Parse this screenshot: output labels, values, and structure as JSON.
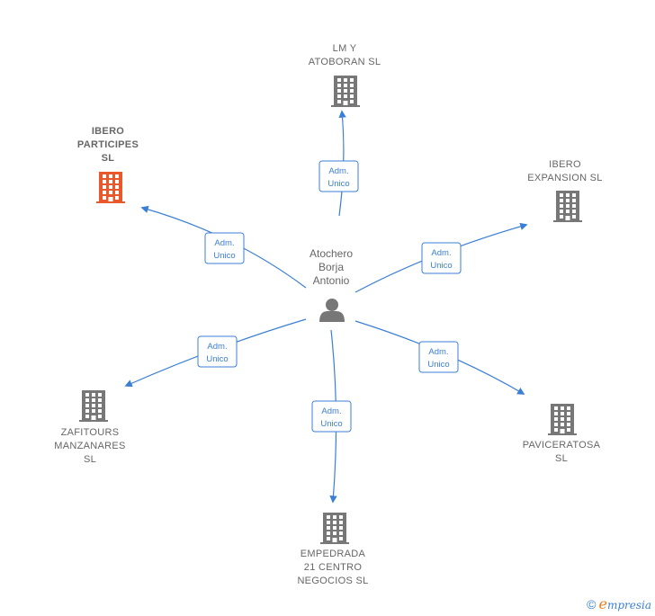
{
  "center": {
    "label_lines": [
      "Atochero",
      "Borja",
      "Antonio"
    ],
    "icon": "person-icon",
    "color": "#777777"
  },
  "companies": [
    {
      "id": "lm-y-atoboran",
      "label_lines": [
        "LM Y",
        "ATOBORAN  SL"
      ],
      "highlight": false,
      "edge_label_lines": [
        "Adm.",
        "Unico"
      ]
    },
    {
      "id": "ibero-participes",
      "label_lines": [
        "IBERO",
        "PARTICIPES",
        "SL"
      ],
      "highlight": true,
      "edge_label_lines": [
        "Adm.",
        "Unico"
      ]
    },
    {
      "id": "ibero-expansion",
      "label_lines": [
        "IBERO",
        "EXPANSION  SL"
      ],
      "highlight": false,
      "edge_label_lines": [
        "Adm.",
        "Unico"
      ]
    },
    {
      "id": "zafitours-manzanares",
      "label_lines": [
        "ZAFITOURS",
        "MANZANARES",
        "SL"
      ],
      "highlight": false,
      "edge_label_lines": [
        "Adm.",
        "Unico"
      ]
    },
    {
      "id": "paviceratosa",
      "label_lines": [
        "PAVICERATOSA",
        "SL"
      ],
      "highlight": false,
      "edge_label_lines": [
        "Adm.",
        "Unico"
      ]
    },
    {
      "id": "empedrada-21",
      "label_lines": [
        "EMPEDRADA",
        "21 CENTRO",
        "NEGOCIOS  SL"
      ],
      "highlight": false,
      "edge_label_lines": [
        "Adm.",
        "Unico"
      ]
    }
  ],
  "colors": {
    "building": "#777777",
    "building_highlight": "#e8582a",
    "edge": "#3b7fd4"
  },
  "footer": {
    "copyright": "©",
    "brand_first": "e",
    "brand_rest": "mpresia"
  }
}
